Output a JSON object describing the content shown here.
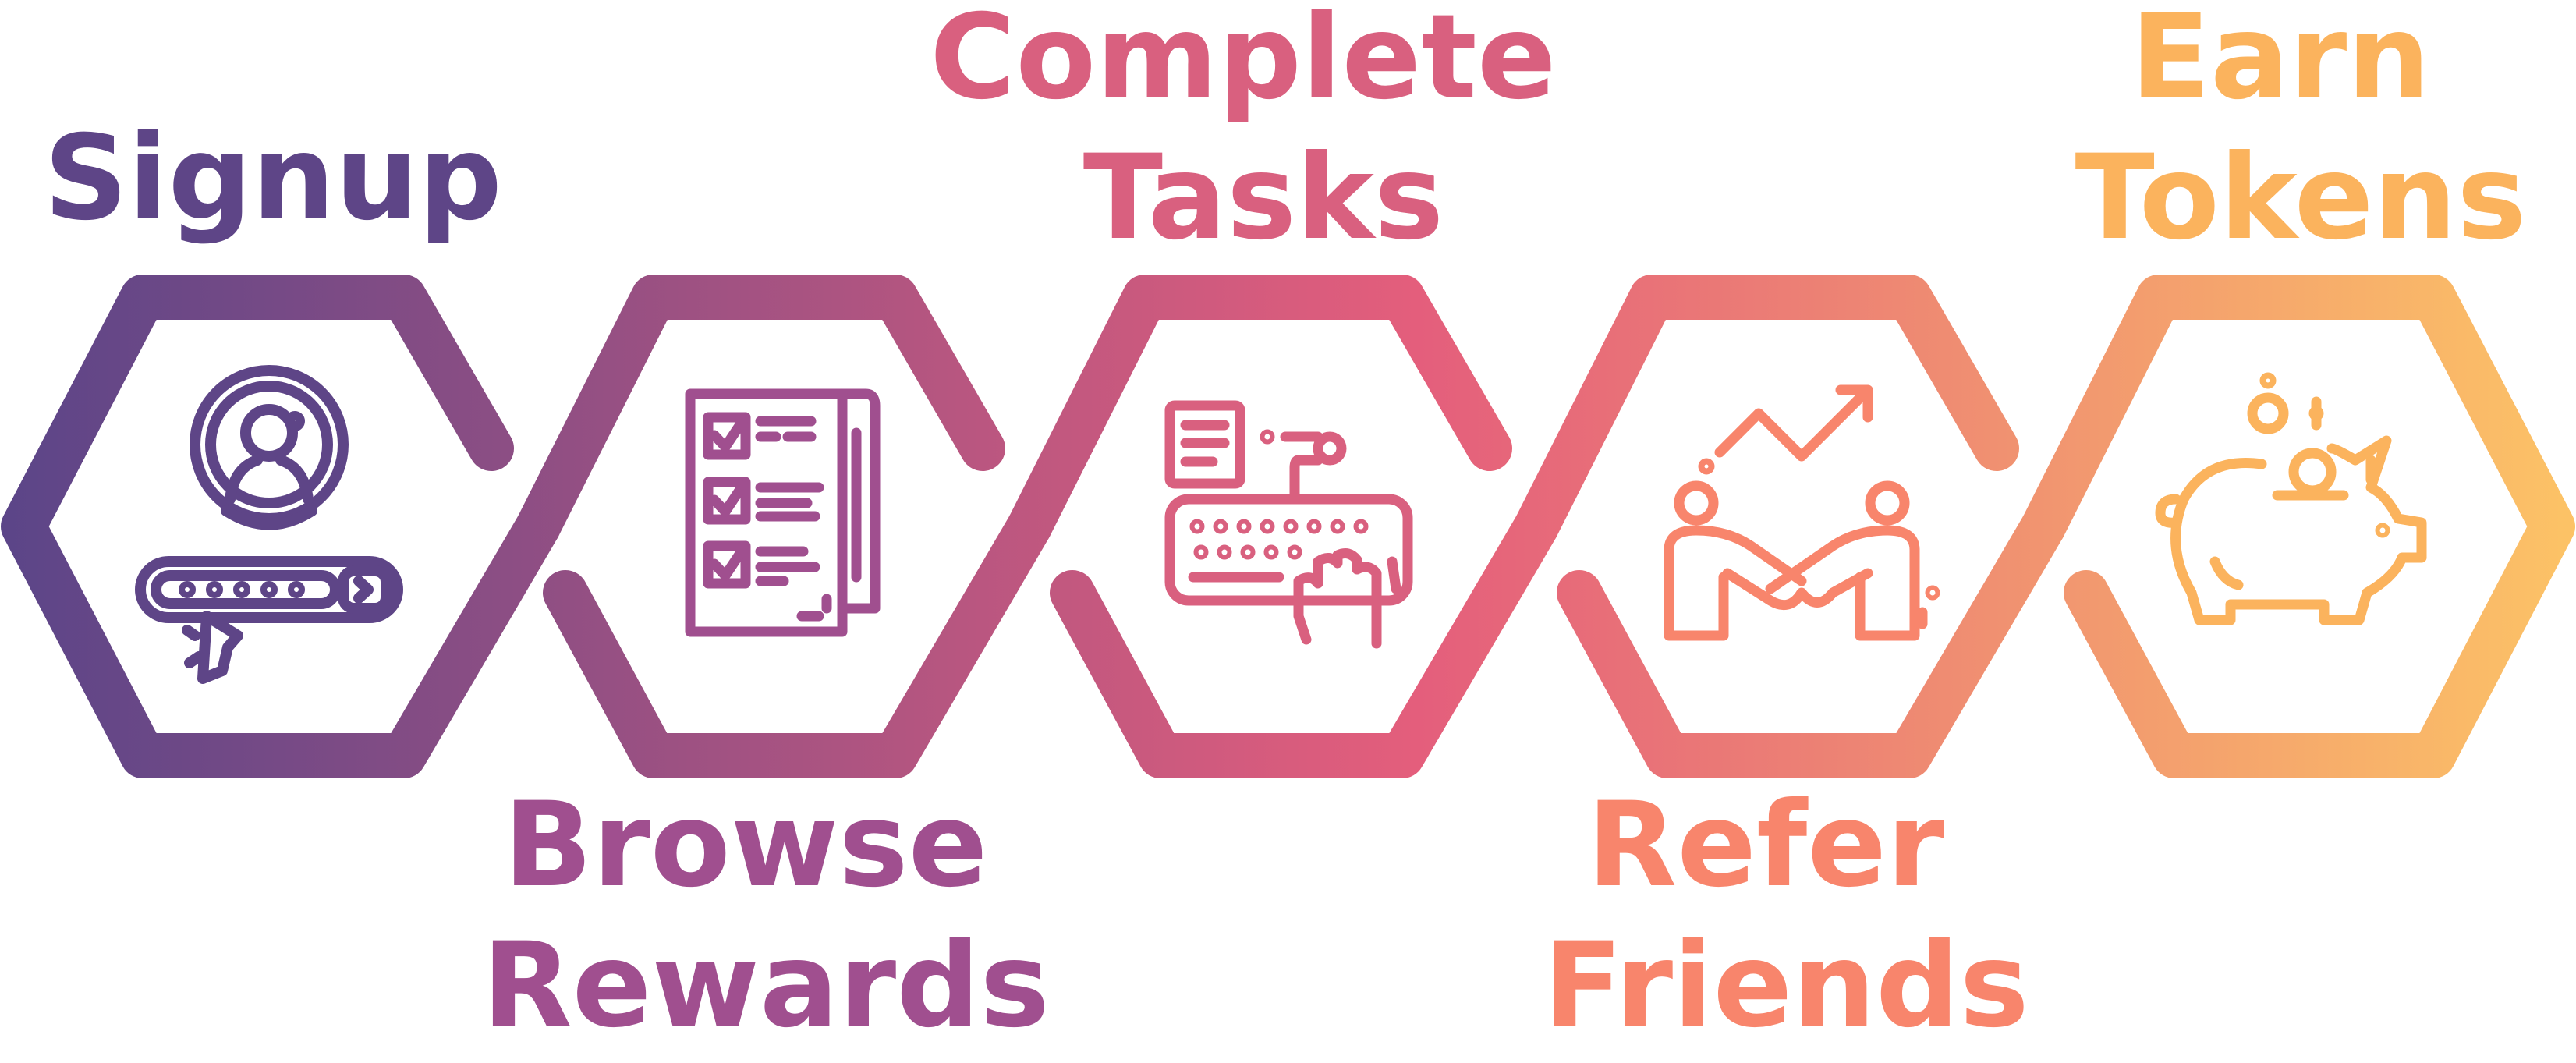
{
  "steps": [
    {
      "id": "signup",
      "lines": [
        "Signup"
      ],
      "color": "#5e4587",
      "icon": "user-signup-icon"
    },
    {
      "id": "browse-rewards",
      "lines": [
        "Browse",
        "Rewards"
      ],
      "color": "#a04f8f",
      "icon": "checklist-document-icon"
    },
    {
      "id": "complete-tasks",
      "lines": [
        "Complete",
        "Tasks"
      ],
      "color": "#d9607f",
      "icon": "keyboard-typing-icon"
    },
    {
      "id": "refer-friends",
      "lines": [
        "Refer",
        "Friends"
      ],
      "color": "#f8856c",
      "icon": "handshake-growth-icon"
    },
    {
      "id": "earn-tokens",
      "lines": [
        "Earn",
        "Tokens"
      ],
      "color": "#fbb35d",
      "icon": "piggy-bank-coins-icon"
    }
  ],
  "gradient": [
    "#5b4588",
    "#e45e7c",
    "#fcc366"
  ]
}
